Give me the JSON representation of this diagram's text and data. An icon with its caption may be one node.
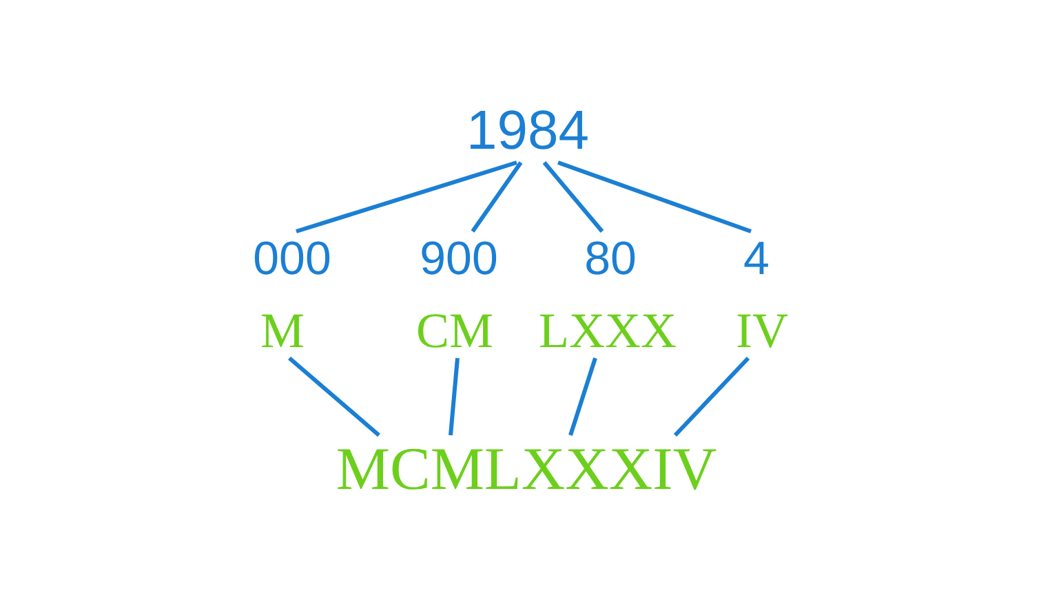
{
  "diagram": {
    "nodes": [
      {
        "text": [
          "1984"
        ]
      },
      {
        "text": [
          "000"
        ]
      },
      {
        "text": [
          "900"
        ]
      },
      {
        "text": [
          "80"
        ]
      },
      {
        "text": [
          "4"
        ]
      },
      {
        "text": [
          "M"
        ]
      },
      {
        "text": [
          "CM"
        ]
      },
      {
        "text": [
          "LXXX"
        ]
      },
      {
        "text": [
          "IV"
        ]
      },
      {
        "text": [
          "MCMLXXXIV"
        ]
      }
    ],
    "edges": [
      {
        "from": 0,
        "to": 1,
        "arrow": "none"
      },
      {
        "from": 0,
        "to": 2,
        "arrow": "none"
      },
      {
        "from": 0,
        "to": 3,
        "arrow": "none"
      },
      {
        "from": 0,
        "to": 4,
        "arrow": "none"
      },
      {
        "from": 5,
        "to": 9,
        "arrow": "none",
        "color": "#1b7fd4"
      },
      {
        "from": 6,
        "to": 9,
        "arrow": "none",
        "color": "#1b7fd4"
      },
      {
        "from": 7,
        "to": 9,
        "arrow": "none",
        "color": "#1b7fd4"
      },
      {
        "from": 8,
        "to": 9,
        "arrow": "none",
        "color": "#1b7fd4"
      }
    ]
  }
}
